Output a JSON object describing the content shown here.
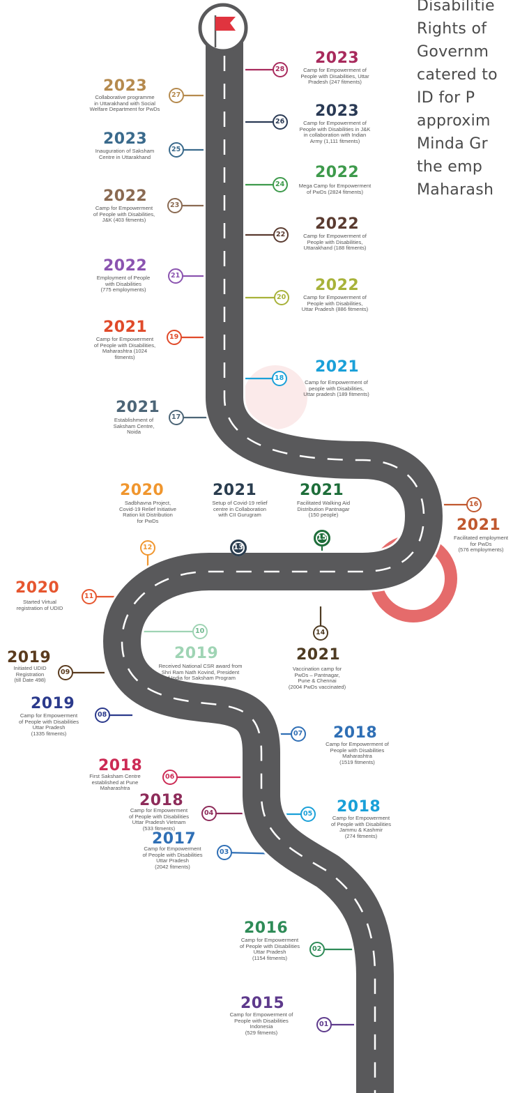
{
  "intro_lines": [
    "Disabilitie",
    "Rights of",
    "Governm",
    "catered to",
    "ID for P",
    "approxim",
    "Minda Gr",
    "the emp",
    "Maharash"
  ],
  "colors": {
    "road": "#59595b",
    "road_edge": "#ffffff",
    "flag": "#e0343f",
    "accent_ring": "#e56b6b"
  },
  "icons": {
    "start": "flag-icon"
  },
  "milestones": [
    {
      "num": "01",
      "year": "2015",
      "desc": "Camp for Empowerment of\nPeople with Disabilities\nIndonesia\n(529 fitments)",
      "color": "#5e3a8c"
    },
    {
      "num": "02",
      "year": "2016",
      "desc": "Camp for Empowerment\nof People with Disabilities\nUttar Pradesh\n(1154 fitments)",
      "color": "#2e8b57"
    },
    {
      "num": "03",
      "year": "2017",
      "desc": "Camp for Empowerment\nof People with Disabilities\nUttar Pradesh\n(2042 fitments)",
      "color": "#2f6fb5"
    },
    {
      "num": "04",
      "year": "2018",
      "desc": "Camp for Empowerment\nof People with Disabilities\nUttar Pradesh Vietnam\n(533 fitments)",
      "color": "#8e2c5a"
    },
    {
      "num": "05",
      "year": "2018",
      "desc": "Camp for Empowerment\nof People with Disabilities\nJammu & Kashmir\n(274 fitments)",
      "color": "#1aa0d8"
    },
    {
      "num": "06",
      "year": "2018",
      "desc": "First Saksham Centre\nestablished at Pune\nMaharashtra",
      "color": "#cc2b55"
    },
    {
      "num": "07",
      "year": "2018",
      "desc": "Camp for Empowerment of\nPeople with Disabilities\nMaharashtra\n(1519 fitments)",
      "color": "#2f6fb5"
    },
    {
      "num": "08",
      "year": "2019",
      "desc": "Camp for Empowerment\nof People with Disabilities\nUttar Pradesh\n(1335 fitments)",
      "color": "#2b3a8c"
    },
    {
      "num": "09",
      "year": "2019",
      "desc": "Initiated UDID\nRegistration\n(till Date 498)",
      "color": "#5a3b1e"
    },
    {
      "num": "10",
      "year": "2019",
      "desc": "Received National CSR award from\nShri Ram Nath Kovind, President\nof India for Saksham Program",
      "color": "#9fd4b4"
    },
    {
      "num": "11",
      "year": "2020",
      "desc": "Started Virtual\nregistration of UDID",
      "color": "#e6562f"
    },
    {
      "num": "12",
      "year": "2020",
      "desc": "Sadbhavna Project,\nCovid-19 Relief Initiative\nRation kit Distribution\nfor PwDs",
      "color": "#f0962e"
    },
    {
      "num": "13",
      "year": "2021",
      "desc": "Setup of Covid-19 relief\ncentre in Collaboration\nwith CII Gurugram",
      "color": "#2a3d4f"
    },
    {
      "num": "14",
      "year": "2021",
      "desc": "Vaccination camp for\nPwDs – Pantnagar,\nPune  & Chennai\n(2004 PwDs vaccinated)",
      "color": "#4e3b22"
    },
    {
      "num": "15",
      "year": "2021",
      "desc": "Facilitated Walking Aid\nDistribution Pantnagar\n(150 people)",
      "color": "#1e6e3a"
    },
    {
      "num": "16",
      "year": "2021",
      "desc": "Facilitated employment\nfor PwDs\n(576 employments)",
      "color": "#c0582f"
    },
    {
      "num": "17",
      "year": "2021",
      "desc": "Establishment of\nSaksham Centre,\nNoida",
      "color": "#4c6577"
    },
    {
      "num": "18",
      "year": "2021",
      "desc": "Camp for Empowerment of\npeople with Disabilities,\nUttar pradesh (189 fitments)",
      "color": "#1aa0d8"
    },
    {
      "num": "19",
      "year": "2021",
      "desc": "Camp for  Empowerment\nof People with Disabilities,\nMaharashtra (1024\nfitments)",
      "color": "#e04a2a"
    },
    {
      "num": "20",
      "year": "2022",
      "desc": "Camp for Empowerment of\nPeople with Disabilities,\nUttar Pradesh (886 fitments)",
      "color": "#a8b23a"
    },
    {
      "num": "21",
      "year": "2022",
      "desc": "Employment of People\nwith Disabilities\n(775 employments)",
      "color": "#8b54b0"
    },
    {
      "num": "22",
      "year": "2022",
      "desc": "Camp for Empowerment of\nPeople with Disabilities,\nUttarakhand (188 fitments)",
      "color": "#5a3b30"
    },
    {
      "num": "23",
      "year": "2022",
      "desc": "Camp for Empowerment\nof People with Disabilities,\nJ&K (403 fitments)",
      "color": "#8a6a52"
    },
    {
      "num": "24",
      "year": "2022",
      "desc": "Mega Camp for Empowerment\nof PwDs (2824 fitments)",
      "color": "#3e9a4c"
    },
    {
      "num": "25",
      "year": "2023",
      "desc": "Inauguration of Saksham\nCentre in Uttarakhand",
      "color": "#3a6a8c"
    },
    {
      "num": "26",
      "year": "2023",
      "desc": "Camp for Empowerment of\nPeople with Disabilities in J&K\nin collaboration with Indian\nArmy (1,111 fitments)",
      "color": "#2a3a55"
    },
    {
      "num": "27",
      "year": "2023",
      "desc": "Collaborative programme\nin Uttarakhand with Social\nWelfare Department for PwDs",
      "color": "#b58a4e"
    },
    {
      "num": "28",
      "year": "2023",
      "desc": "Camp for Empowerment of\nPeople with Disabilities, Uttar\nPradesh (247 fitments)",
      "color": "#a82a5c"
    }
  ]
}
